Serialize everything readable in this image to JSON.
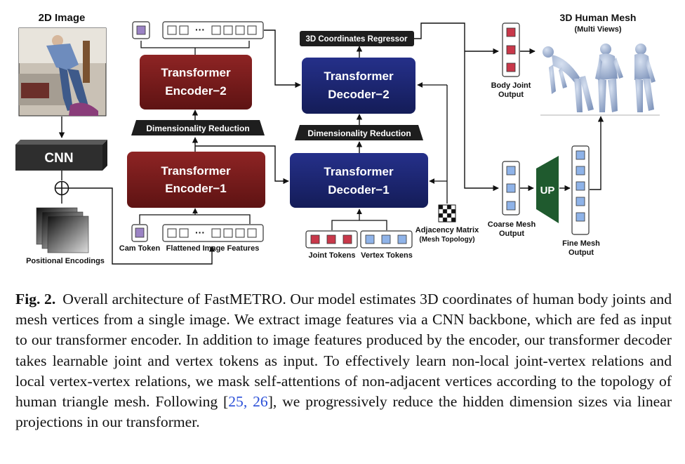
{
  "diagram": {
    "image_label": "2D Image",
    "cnn_label": "CNN",
    "positional_label": "Positional Encodings",
    "cam_token_label": "Cam Token",
    "flattened_label": "Flattened Image Features",
    "encoder1_line1": "Transformer",
    "encoder1_line2": "Encoder−1",
    "encoder2_line1": "Transformer",
    "encoder2_line2": "Encoder−2",
    "dimred_left": "Dimensionality Reduction",
    "dimred_right": "Dimensionality Reduction",
    "decoder1_line1": "Transformer",
    "decoder1_line2": "Decoder−1",
    "decoder2_line1": "Transformer",
    "decoder2_line2": "Decoder−2",
    "regressor_label": "3D Coordinates Regressor",
    "joint_tokens_label": "Joint Tokens",
    "vertex_tokens_label": "Vertex Tokens",
    "adjacency_line1": "Adjacency Matrix",
    "adjacency_line2": "(Mesh Topology)",
    "body_joint_line1": "Body Joint",
    "body_joint_line2": "Output",
    "coarse_line1": "Coarse Mesh",
    "coarse_line2": "Output",
    "up_label": "UP",
    "fine_line1": "Fine Mesh",
    "fine_line2": "Output",
    "mesh_title": "3D Human Mesh",
    "mesh_subtitle": "(Multi Views)",
    "ellipsis": "···",
    "plus": "+"
  },
  "caption": {
    "fig_label": "Fig. 2.",
    "text_before_cite": "Overall architecture of FastMETRO. Our model estimates 3D coordinates of human body joints and mesh vertices from a single image. We extract image features via a CNN backbone, which are fed as input to our transformer encoder. In addition to image features produced by the encoder, our transformer decoder takes learnable joint and vertex tokens as input. To effectively learn non-local joint-vertex relations and local vertex-vertex relations, we mask self-attentions of non-adjacent vertices according to the topology of human triangle mesh. Following [",
    "cite": "25, 26",
    "text_after_cite": "], we progressively reduce the hidden dimension sizes via linear projections in our transformer."
  },
  "colors": {
    "encoder": "#7a1c1c",
    "decoder": "#1c2673",
    "joint_token": "#c8384a",
    "vertex_token": "#8fb3e8",
    "cam_token": "#9b83c4",
    "up_block": "#1f5a2e",
    "cnn": "#2e2e2e",
    "mesh": "#a9b9d6",
    "citation": "#2a4fd8"
  },
  "icons": [
    "human-photo",
    "plus-circle-icon",
    "adjacency-matrix-icon",
    "human-mesh-render"
  ]
}
